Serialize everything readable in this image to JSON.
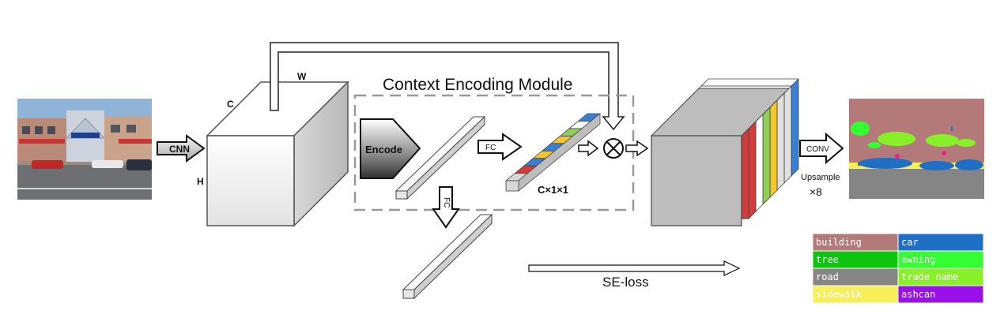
{
  "title": "Context Encoding Module",
  "labels": {
    "cnn": "CNN",
    "dim_c": "C",
    "dim_w": "W",
    "dim_h": "H",
    "encode": "Encode",
    "fc_top": "FC",
    "fc_down": "FC",
    "vector_dims": "C×1×1",
    "conv": "CONV",
    "upsample": "Upsample",
    "scale": "×8",
    "se_loss": "SE-loss"
  },
  "icons": {
    "multiply": "circled-times-icon"
  },
  "legend": [
    {
      "label": "building",
      "color": "#b47a7a"
    },
    {
      "label": "car",
      "color": "#1f6fc5"
    },
    {
      "label": "tree",
      "color": "#0ec40e"
    },
    {
      "label": "awning",
      "color": "#33ff33"
    },
    {
      "label": "road",
      "color": "#858585"
    },
    {
      "label": "trade name",
      "color": "#88f028"
    },
    {
      "label": "sidewalk",
      "color": "#f7ee58"
    },
    {
      "label": "ashcan",
      "color": "#9a10e8"
    }
  ],
  "colors": {
    "stack_colors": [
      "#3a7fd5",
      "#e0e0e0",
      "#e0e0e0",
      "#f3c62b",
      "#8fd05a",
      "#ffffff",
      "#d43b3b"
    ],
    "vector_colors": [
      "#3a7fd5",
      "#ffffff",
      "#8fd05a",
      "#f3c62b",
      "#3a7fd5",
      "#f3c62b",
      "#3a7fd5",
      "#d43b3b",
      "#d8d8d8"
    ]
  }
}
